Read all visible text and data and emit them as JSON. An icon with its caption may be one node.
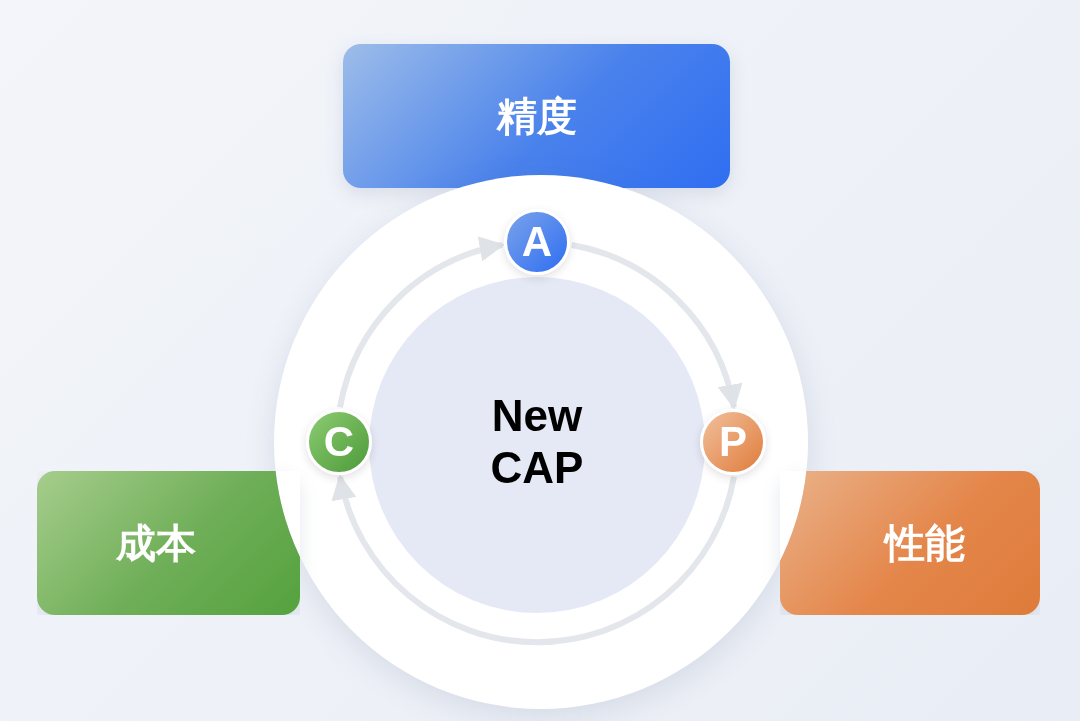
{
  "diagram": {
    "nodes": [
      {
        "text": [
          "精度"
        ]
      },
      {
        "text": [
          "A"
        ]
      },
      {
        "text": [
          "C"
        ]
      },
      {
        "text": [
          "New CAP"
        ]
      },
      {
        "text": [
          "P"
        ]
      },
      {
        "text": [
          "成本"
        ]
      },
      {
        "text": [
          "性能"
        ]
      }
    ],
    "edges": [
      {
        "from": 2,
        "to": 1,
        "arrow": "to"
      },
      {
        "from": 1,
        "to": 4,
        "arrow": "to"
      },
      {
        "from": 4,
        "to": 2,
        "arrow": "to"
      }
    ]
  }
}
